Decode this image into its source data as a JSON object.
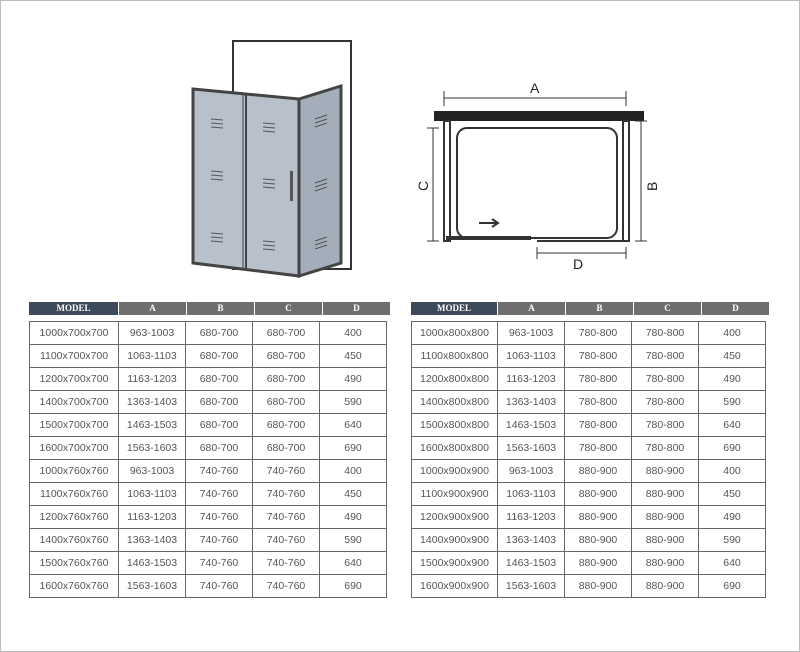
{
  "diagram": {
    "labels": {
      "a": "A",
      "b": "B",
      "c": "C",
      "d": "D"
    }
  },
  "columns": [
    "MODEL",
    "A",
    "B",
    "C",
    "D"
  ],
  "tables": [
    {
      "rows": [
        [
          "1000x700x700",
          "963-1003",
          "680-700",
          "680-700",
          "400"
        ],
        [
          "1100x700x700",
          "1063-1103",
          "680-700",
          "680-700",
          "450"
        ],
        [
          "1200x700x700",
          "1163-1203",
          "680-700",
          "680-700",
          "490"
        ],
        [
          "1400x700x700",
          "1363-1403",
          "680-700",
          "680-700",
          "590"
        ],
        [
          "1500x700x700",
          "1463-1503",
          "680-700",
          "680-700",
          "640"
        ],
        [
          "1600x700x700",
          "1563-1603",
          "680-700",
          "680-700",
          "690"
        ],
        [
          "1000x760x760",
          "963-1003",
          "740-760",
          "740-760",
          "400"
        ],
        [
          "1100x760x760",
          "1063-1103",
          "740-760",
          "740-760",
          "450"
        ],
        [
          "1200x760x760",
          "1163-1203",
          "740-760",
          "740-760",
          "490"
        ],
        [
          "1400x760x760",
          "1363-1403",
          "740-760",
          "740-760",
          "590"
        ],
        [
          "1500x760x760",
          "1463-1503",
          "740-760",
          "740-760",
          "640"
        ],
        [
          "1600x760x760",
          "1563-1603",
          "740-760",
          "740-760",
          "690"
        ]
      ]
    },
    {
      "rows": [
        [
          "1000x800x800",
          "963-1003",
          "780-800",
          "780-800",
          "400"
        ],
        [
          "1100x800x800",
          "1063-1103",
          "780-800",
          "780-800",
          "450"
        ],
        [
          "1200x800x800",
          "1163-1203",
          "780-800",
          "780-800",
          "490"
        ],
        [
          "1400x800x800",
          "1363-1403",
          "780-800",
          "780-800",
          "590"
        ],
        [
          "1500x800x800",
          "1463-1503",
          "780-800",
          "780-800",
          "640"
        ],
        [
          "1600x800x800",
          "1563-1603",
          "780-800",
          "780-800",
          "690"
        ],
        [
          "1000x900x900",
          "963-1003",
          "880-900",
          "880-900",
          "400"
        ],
        [
          "1100x900x900",
          "1063-1103",
          "880-900",
          "880-900",
          "450"
        ],
        [
          "1200x900x900",
          "1163-1203",
          "880-900",
          "880-900",
          "490"
        ],
        [
          "1400x900x900",
          "1363-1403",
          "880-900",
          "880-900",
          "590"
        ],
        [
          "1500x900x900",
          "1463-1503",
          "880-900",
          "880-900",
          "640"
        ],
        [
          "1600x900x900",
          "1563-1603",
          "880-900",
          "880-900",
          "690"
        ]
      ]
    }
  ]
}
